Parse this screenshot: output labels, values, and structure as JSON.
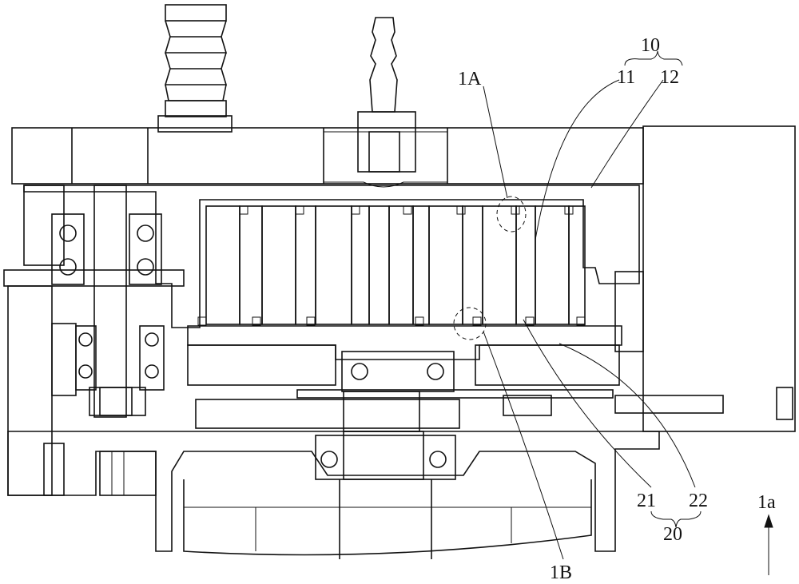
{
  "figure": {
    "labels": {
      "group_top": "10",
      "part_11": "11",
      "part_12": "12",
      "detail_a": "1A",
      "detail_b": "1B",
      "part_21": "21",
      "part_22": "22",
      "group_bottom": "20",
      "direction": "1a"
    },
    "colors": {
      "line": "#111111",
      "background": "#ffffff"
    }
  }
}
